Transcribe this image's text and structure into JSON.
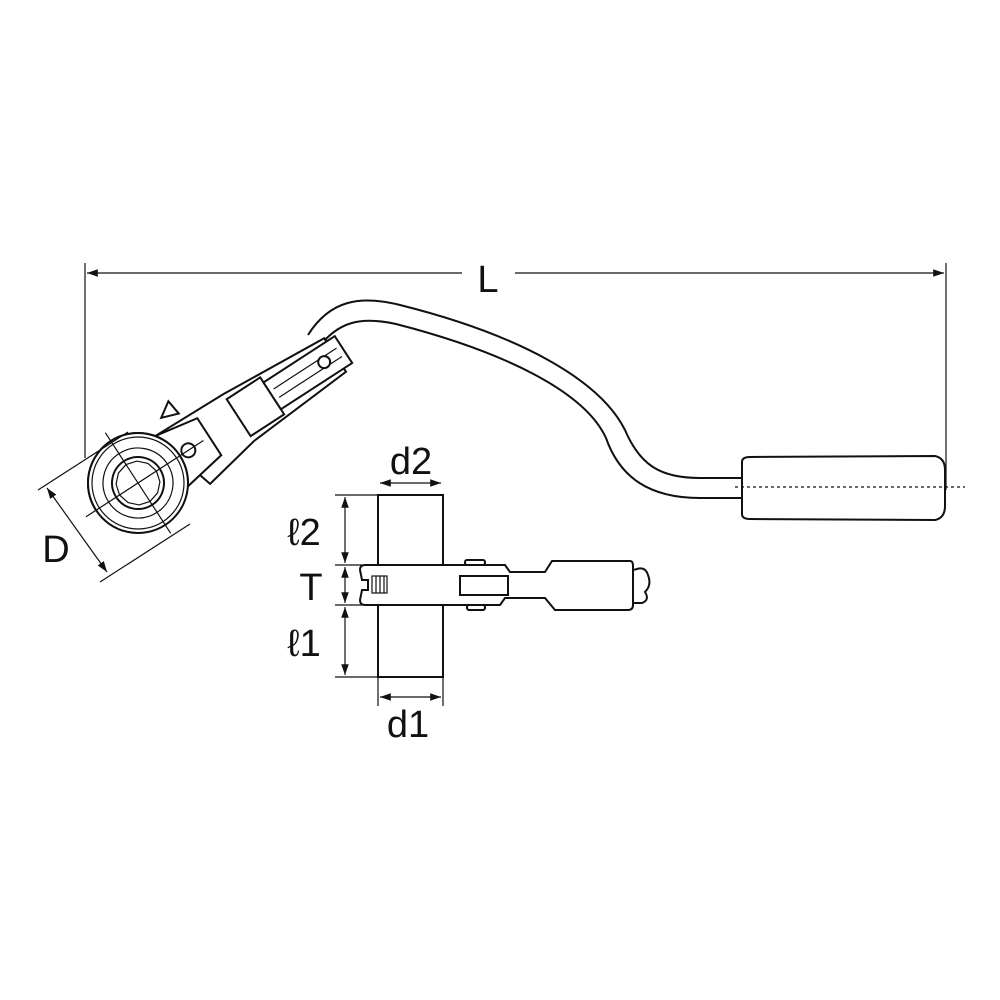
{
  "diagram": {
    "subject": "ratchet-wrench-dimension-drawing",
    "labels": {
      "length": "L",
      "head_diameter": "D",
      "socket_diameter_top": "d2",
      "socket_diameter_bottom": "d1",
      "top_length": "ℓ2",
      "thickness": "T",
      "bottom_length": "ℓ1"
    },
    "colors": {
      "line": "#111111",
      "background": "#ffffff"
    }
  }
}
